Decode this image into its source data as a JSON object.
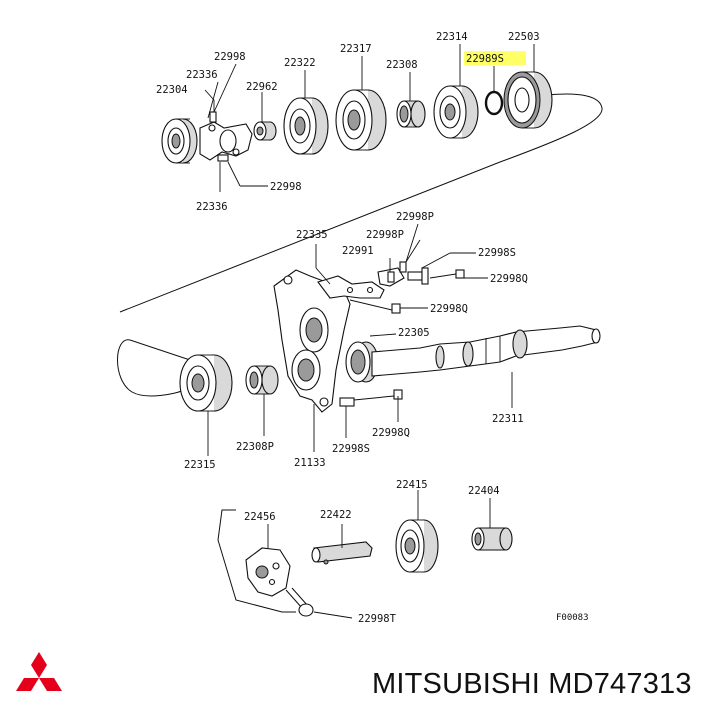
{
  "labels": {
    "l22304": "22304",
    "l22336a": "22336",
    "l22998a": "22998",
    "l22322": "22322",
    "l22317": "22317",
    "l22962": "22962",
    "l22308": "22308",
    "l22314": "22314",
    "l22989s": "22989S",
    "l22503": "22503",
    "l22998b": "22998",
    "l22336b": "22336",
    "l22335": "22335",
    "l22998p_a": "22998P",
    "l22998p_b": "22998P",
    "l22991": "22991",
    "l22998s_a": "22998S",
    "l22998q_a": "22998Q",
    "l22998q_b": "22998Q",
    "l22305": "22305",
    "l22311": "22311",
    "l22998q_c": "22998Q",
    "l22998s_b": "22998S",
    "l22308p": "22308P",
    "l21133": "21133",
    "l22315": "22315",
    "l22415": "22415",
    "l22404": "22404",
    "l22456": "22456",
    "l22422": "22422",
    "l22998t": "22998T",
    "f00083": "F00083"
  },
  "highlight_color": "#ffff66",
  "brand": {
    "text": "MITSUBISHI MD747313",
    "logo": "mitsubishi-three-diamonds-logo",
    "logo_color": "#e4001b"
  }
}
